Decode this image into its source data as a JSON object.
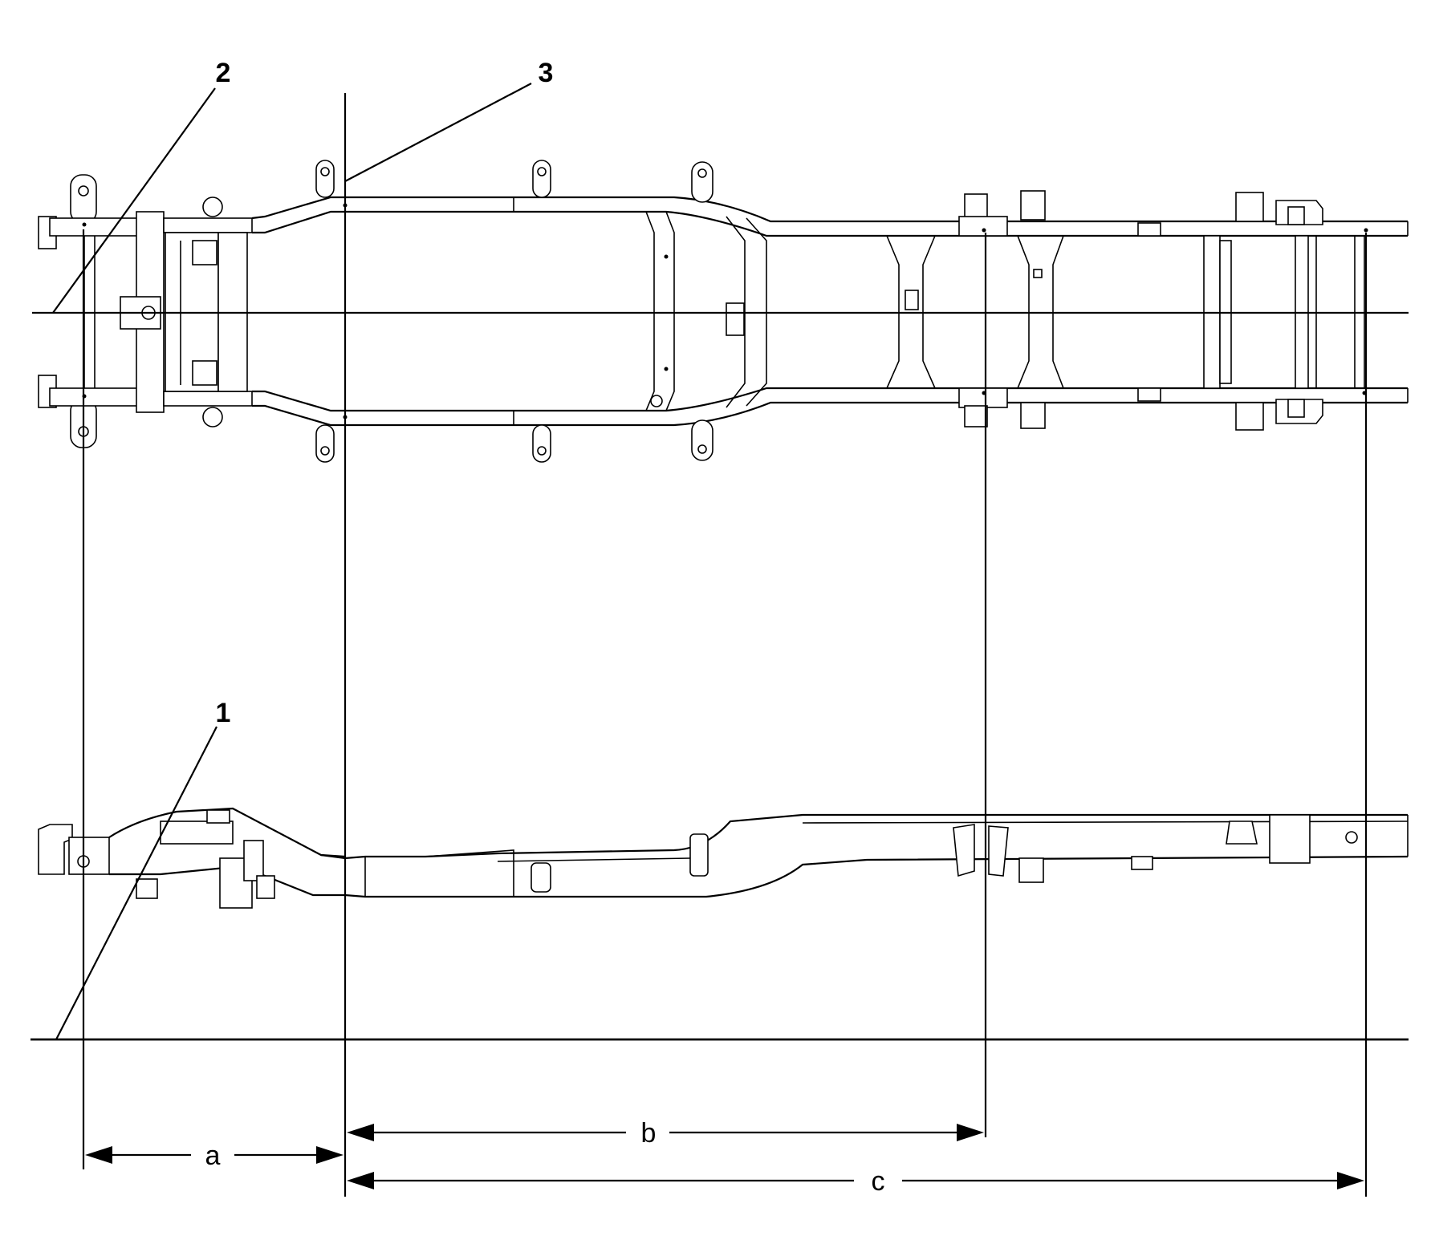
{
  "callouts": [
    {
      "id": "1",
      "text": "1"
    },
    {
      "id": "2",
      "text": "2"
    },
    {
      "id": "3",
      "text": "3"
    }
  ],
  "dimensions": [
    {
      "id": "a",
      "text": "a"
    },
    {
      "id": "b",
      "text": "b"
    },
    {
      "id": "c",
      "text": "c"
    }
  ]
}
